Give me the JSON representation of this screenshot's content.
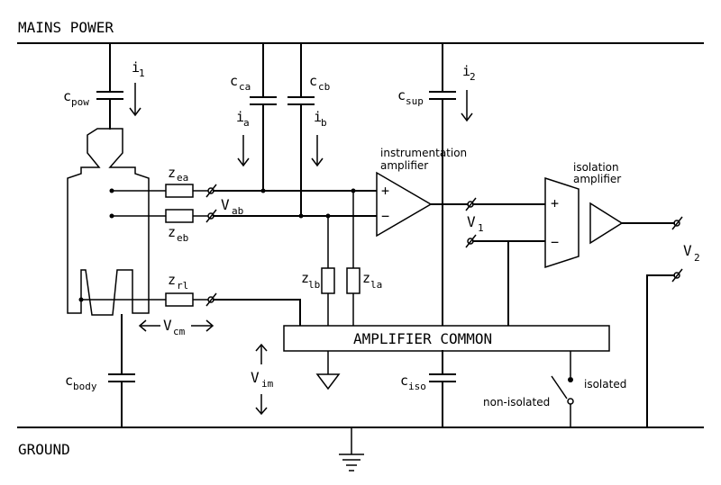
{
  "rails": {
    "top": "MAINS POWER",
    "bottom": "GROUND"
  },
  "caps": {
    "pow": {
      "c": "c",
      "s": "pow"
    },
    "ca": {
      "c": "c",
      "s": "ca"
    },
    "cb": {
      "c": "c",
      "s": "cb"
    },
    "sup": {
      "c": "c",
      "s": "sup"
    },
    "body": {
      "c": "c",
      "s": "body"
    },
    "iso": {
      "c": "c",
      "s": "iso"
    }
  },
  "currents": {
    "i1": {
      "c": "i",
      "s": "1"
    },
    "ia": {
      "c": "i",
      "s": "a"
    },
    "ib": {
      "c": "i",
      "s": "b"
    },
    "i2": {
      "c": "i",
      "s": "2"
    }
  },
  "imp": {
    "zea": {
      "c": "z",
      "s": "ea"
    },
    "zeb": {
      "c": "z",
      "s": "eb"
    },
    "zrl": {
      "c": "z",
      "s": "rl"
    },
    "zlb": {
      "c": "z",
      "s": "lb"
    },
    "zla": {
      "c": "z",
      "s": "la"
    }
  },
  "volts": {
    "vab": {
      "c": "V",
      "s": "ab"
    },
    "v1": {
      "c": "V",
      "s": "1"
    },
    "v2": {
      "c": "V",
      "s": "2"
    },
    "vcm": {
      "c": "V",
      "s": "cm"
    },
    "vim": {
      "c": "V",
      "s": "im"
    }
  },
  "amps": {
    "ia_l1": "instrumentation",
    "ia_l2": "amplifier",
    "iso_l1": "isolation",
    "iso_l2": "amplifier",
    "plus": "+",
    "minus": "−"
  },
  "common": "AMPLIFIER COMMON",
  "switch": {
    "iso": "isolated",
    "noniso": "non-isolated"
  }
}
